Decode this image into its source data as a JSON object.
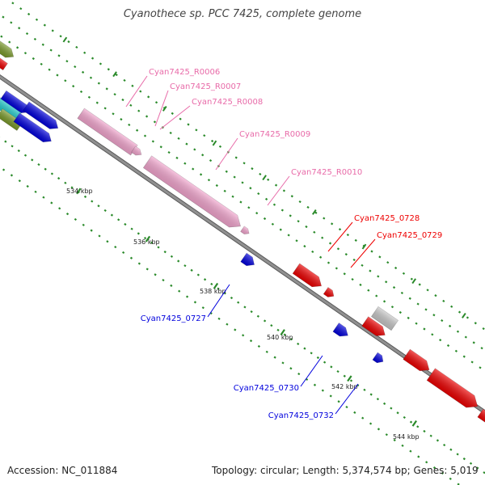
{
  "title": "Cyanothece sp. PCC 7425, complete genome",
  "footer": {
    "accession": "Accession: NC_011884",
    "summary": "Topology: circular; Length: 5,374,574 bp; Genes: 5,019"
  },
  "colors": {
    "backbone": "#909090",
    "tick": "#2a8a2a",
    "rna": "#f4a6cf",
    "rna_label": "#e86aa8",
    "forward_cds": "#ee0000",
    "reverse_cds": "#0000dd",
    "olive": "#7a9a2a",
    "cyan": "#22cccc",
    "grey": "#c8c8c8"
  },
  "ticks": [
    {
      "label": "534 kbp"
    },
    {
      "label": "536 kbp"
    },
    {
      "label": "538 kbp"
    },
    {
      "label": "540 kbp"
    },
    {
      "label": "542 kbp"
    },
    {
      "label": "544 kbp"
    }
  ],
  "gene_labels": [
    {
      "text": "Cyan7425_R0006",
      "kind": "rna"
    },
    {
      "text": "Cyan7425_R0007",
      "kind": "rna"
    },
    {
      "text": "Cyan7425_R0008",
      "kind": "rna"
    },
    {
      "text": "Cyan7425_R0009",
      "kind": "rna"
    },
    {
      "text": "Cyan7425_R0010",
      "kind": "rna"
    },
    {
      "text": "Cyan7425_0728",
      "kind": "forward"
    },
    {
      "text": "Cyan7425_0729",
      "kind": "forward"
    },
    {
      "text": "Cyan7425_0727",
      "kind": "reverse"
    },
    {
      "text": "Cyan7425_0730",
      "kind": "reverse"
    },
    {
      "text": "Cyan7425_0732",
      "kind": "reverse"
    }
  ]
}
